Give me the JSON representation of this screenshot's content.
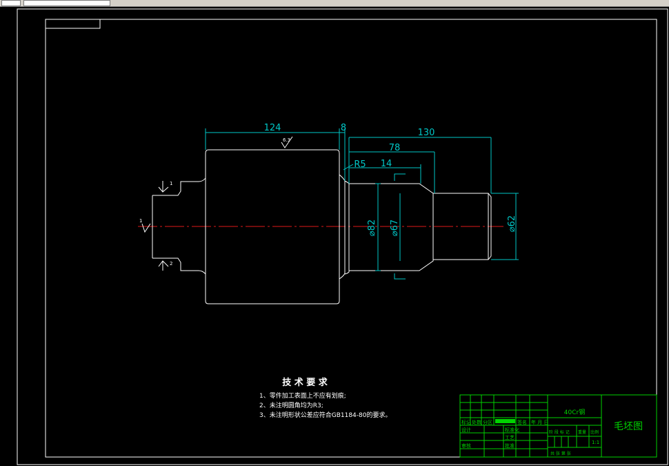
{
  "colors": {
    "background": "#000000",
    "frame": "#ffffff",
    "part_outline": "#ffffff",
    "dimension": "#00c8c8",
    "centerline": "#e01818",
    "title_block": "#00d200"
  },
  "dimensions": {
    "d124": "124",
    "d8": "8",
    "d130": "130",
    "d78": "78",
    "r5": "R5",
    "d14": "14",
    "dia82": "⌀82",
    "dia67": "⌀67",
    "dia62": "⌀62",
    "rough": "6.3",
    "weld1": "1",
    "weld2": "2",
    "section1": "1"
  },
  "notes": {
    "title": "技 术 要 求",
    "items": [
      "1、零件加工表面上不应有划痕;",
      "2、未注明圆角均为R3;",
      "3、未注明形状公差应符合GB1184-80的要求。"
    ]
  },
  "title_block": {
    "material": "40Cr钢",
    "drawing_name": "毛坯图",
    "scale": "1:1",
    "labels": {
      "mark": "标记",
      "count": "处数",
      "zone": "分区",
      "signature": "签名",
      "date": "年 月 日",
      "design": "设计",
      "standardize": "标准化",
      "stage_mark": "阶 段 标 记",
      "weight": "重量",
      "ratio": "比例",
      "check": "审核",
      "process": "工艺",
      "approve": "批准",
      "total_sheets": "共   张   第   张"
    }
  }
}
